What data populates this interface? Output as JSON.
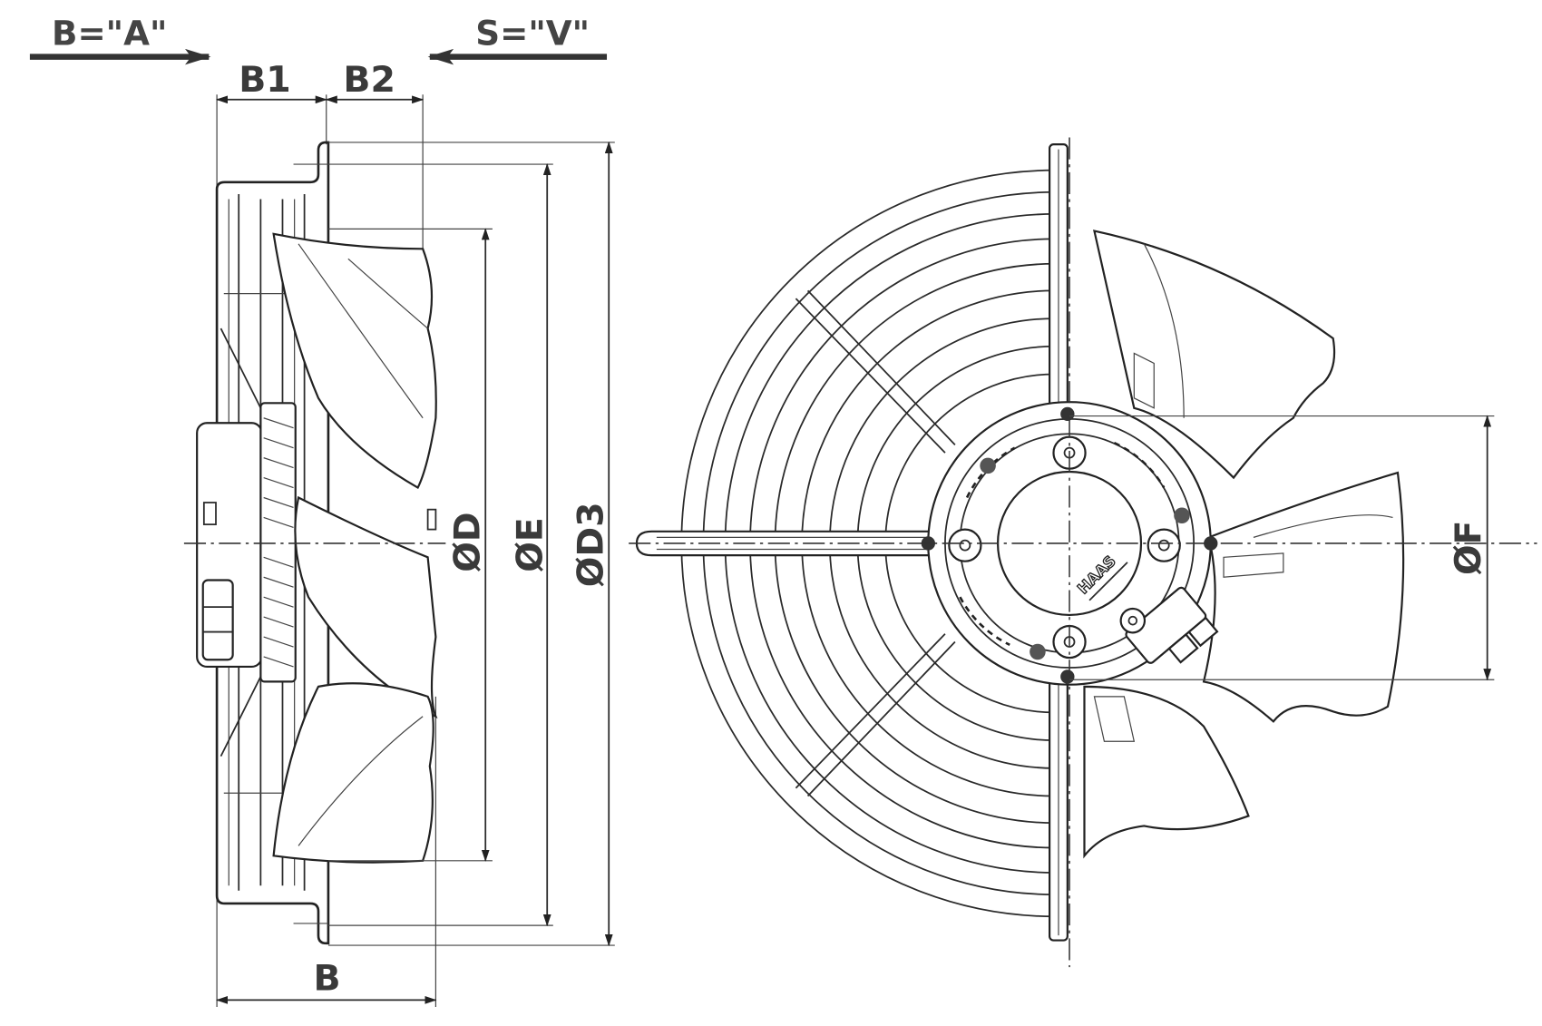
{
  "flow_labels": {
    "blowing": "B=\"A\"",
    "suction": "S=\"V\""
  },
  "dimensions": {
    "b1": "B1",
    "b2": "B2",
    "b": "B",
    "d": "ØD",
    "e": "ØE",
    "d3": "ØD3",
    "f": "ØF"
  },
  "logo": "HAAS",
  "colors": {
    "line": "#222222",
    "label": "#3a3a3a"
  }
}
